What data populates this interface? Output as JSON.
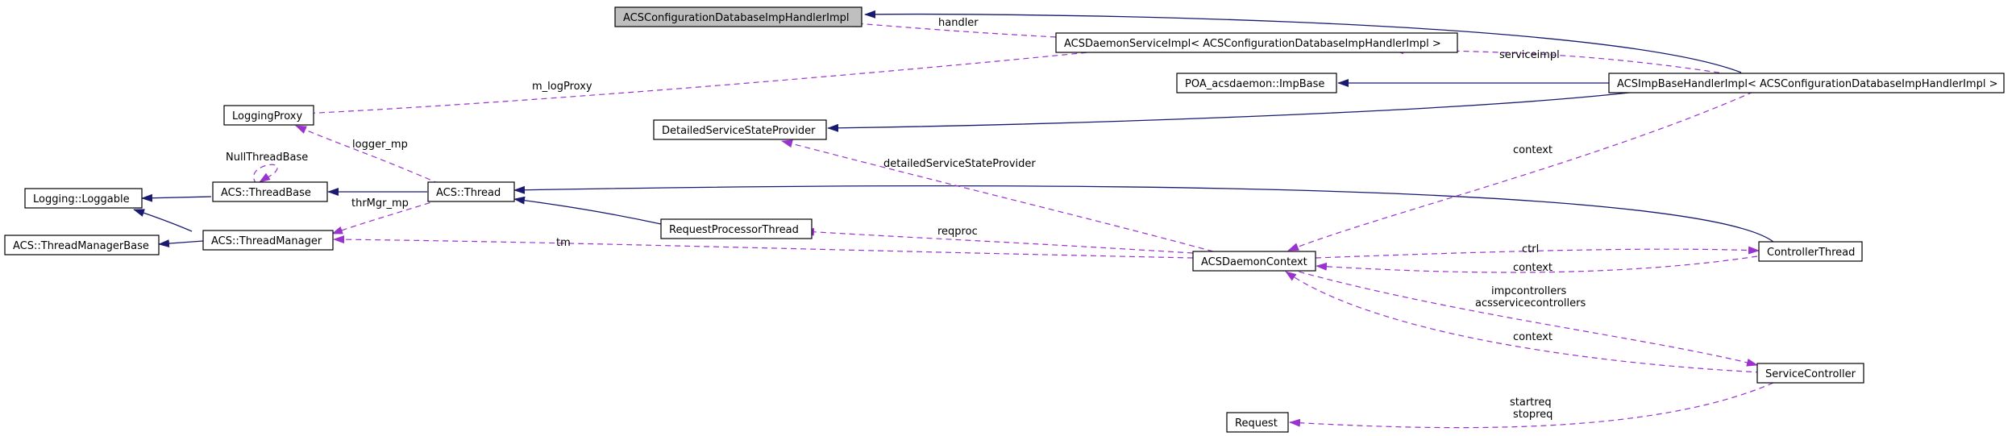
{
  "colors": {
    "inheritance": "#191970",
    "usage": "#9a32cd",
    "highlight_fill": "#bfbfbf"
  },
  "nodes": {
    "acs_config_db": "ACSConfigurationDatabaseImpHandlerImpl",
    "acs_daemon_service": "ACSDaemonServiceImpl< ACSConfigurationDatabaseImpHandlerImpl >",
    "logging_proxy": "LoggingProxy",
    "poa_impbase": "POA_acsdaemon::ImpBase",
    "acs_imp_base_handler": "ACSImpBaseHandlerImpl< ACSConfigurationDatabaseImpHandlerImpl >",
    "detailed_service_state_provider": "DetailedServiceStateProvider",
    "logging_loggable": "Logging::Loggable",
    "acs_thread_base": "ACS::ThreadBase",
    "acs_thread": "ACS::Thread",
    "acs_thread_manager_base": "ACS::ThreadManagerBase",
    "acs_thread_manager": "ACS::ThreadManager",
    "request_processor_thread": "RequestProcessorThread",
    "acs_daemon_context": "ACSDaemonContext",
    "controller_thread": "ControllerThread",
    "service_controller": "ServiceController",
    "request": "Request"
  },
  "edge_labels": {
    "handler": "handler",
    "serviceimpl": "serviceimpl",
    "m_log_proxy": "m_logProxy",
    "logger_mp": "logger_mp",
    "null_thread_base": "NullThreadBase",
    "thr_mgr_mp": "thrMgr_mp",
    "detailed_ssp": "detailedServiceStateProvider",
    "context_top": "context",
    "tm": "tm",
    "reqproc": "reqproc",
    "ctrl": "ctrl",
    "context_ctrl": "context",
    "impcontrollers": "impcontrollers",
    "acsservicecontrollers": "acsservicecontrollers",
    "context_sc": "context",
    "startreq": "startreq",
    "stopreq": "stopreq"
  }
}
